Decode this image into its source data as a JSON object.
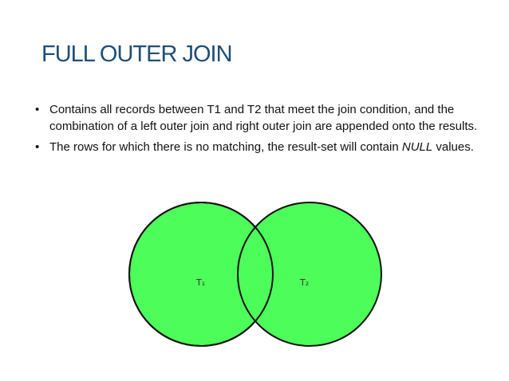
{
  "slide": {
    "title": "FULL OUTER JOIN",
    "bullets": [
      {
        "marker": "•",
        "text_before": "Contains all records between T1 and T2 that meet the join condition, and the combination of a left outer join and right outer join are appended onto the results.",
        "emphasis": "",
        "text_after": ""
      },
      {
        "marker": "•",
        "text_before": "The rows for which there is no matching, the result-set will contain ",
        "emphasis": "NULL",
        "text_after": " values."
      }
    ]
  },
  "diagram": {
    "left_label": "T₁",
    "right_label": "T₂",
    "fill_color": "#4dfd5a",
    "stroke_color": "#111111"
  }
}
